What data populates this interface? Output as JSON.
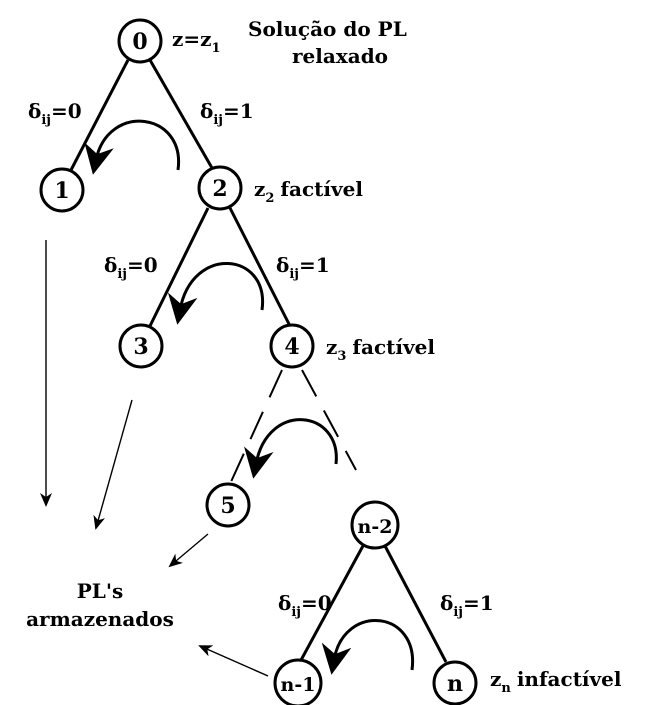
{
  "nodes": {
    "n0": "0",
    "n1": "1",
    "n2": "2",
    "n3": "3",
    "n4": "4",
    "n5": "5",
    "nm2": "n-2",
    "nm1": "n-1",
    "nn": "n"
  },
  "labels": {
    "root_value_prefix": "z=z",
    "root_value_sub": "1",
    "root_title_line1": "Solução do PL",
    "root_title_line2": "relaxado",
    "delta": "δ",
    "delta_sub": "ij",
    "eq0": "=0",
    "eq1": "=1",
    "z": "z",
    "z2_sub": "2",
    "z3_sub": "3",
    "zn_sub": "n",
    "factivel": "factível",
    "infactivel": "infactível",
    "stored_line1": "PL's",
    "stored_line2": "armazenados"
  }
}
